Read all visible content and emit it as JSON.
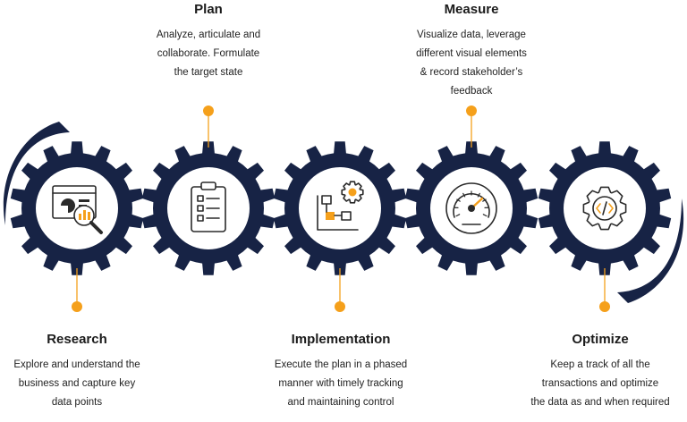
{
  "colors": {
    "gear": "#172345",
    "accent": "#F5A01B",
    "icon_stroke": "#2a2a2a",
    "icon_highlight": "#F5A01B"
  },
  "steps": [
    {
      "title": "Research",
      "desc_lines": [
        "Explore and understand the",
        "business and capture key",
        "data points"
      ],
      "icon": "report-analysis-icon",
      "label_position": "bottom"
    },
    {
      "title": "Plan",
      "desc_lines": [
        "Analyze, articulate and",
        "collaborate. Formulate",
        "the target state"
      ],
      "icon": "clipboard-checklist-icon",
      "label_position": "top"
    },
    {
      "title": "Implementation",
      "desc_lines": [
        "Execute the plan in a phased",
        "manner with timely tracking",
        "and maintaining control"
      ],
      "icon": "flowchart-gear-icon",
      "label_position": "bottom"
    },
    {
      "title": "Measure",
      "desc_lines": [
        "Visualize data, leverage",
        "different visual elements",
        "& record stakeholder’s",
        "feedback"
      ],
      "icon": "speedometer-icon",
      "label_position": "top"
    },
    {
      "title": "Optimize",
      "desc_lines": [
        "Keep a track of all the",
        "transactions and optimize",
        "the data as and when required"
      ],
      "icon": "code-gear-icon",
      "label_position": "bottom"
    }
  ]
}
